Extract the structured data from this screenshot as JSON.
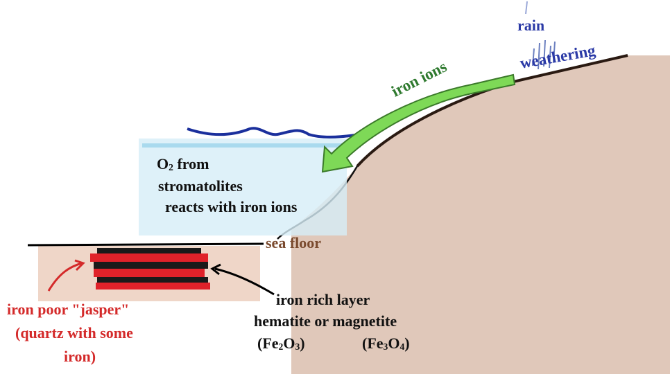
{
  "labels": {
    "rain": "rain",
    "weathering": "weathering",
    "iron_ions": "iron ions",
    "o2_prefix": "O",
    "o2_sub": "2",
    "o2_suffix": " from",
    "stromatolites": "stromatolites",
    "reacts": "reacts with iron ions",
    "sea_floor": "sea floor",
    "iron_rich": "iron rich layer",
    "hem_mag": "hematite or magnetite",
    "fe2o3_a": "(Fe",
    "fe2o3_sub1": "2",
    "fe2o3_b": "O",
    "fe2o3_sub2": "3",
    "fe2o3_c": ")",
    "fe3o4_a": "(Fe",
    "fe3o4_sub1": "3",
    "fe3o4_b": "O",
    "fe3o4_sub2": "4",
    "fe3o4_c": ")",
    "iron_poor": "iron poor \"jasper\"",
    "quartz": "(quartz with some",
    "iron_end": "iron)"
  },
  "colors": {
    "water": "#1a2f9c",
    "water_fill": "#bfe3f2",
    "land": "#8a5a3c",
    "arrow_green": "#7ed957",
    "iron_band": "#e0222a",
    "dark_band": "#1a1a1a",
    "sediment": "#e8c4b0"
  }
}
